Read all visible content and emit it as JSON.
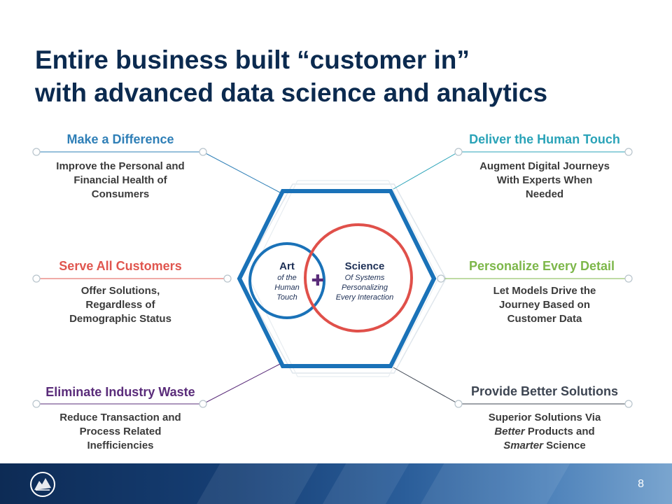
{
  "slide": {
    "title_line1": "Entire business built “customer in”",
    "title_line2": "with advanced data science and analytics",
    "page_number": "8"
  },
  "center": {
    "art": {
      "title": "Art",
      "sub": [
        "of the",
        "Human",
        "Touch"
      ]
    },
    "science": {
      "title": "Science",
      "sub": [
        "Of Systems",
        "Personalizing",
        "Every Interaction"
      ]
    },
    "plus": "✚"
  },
  "items": {
    "make_difference": {
      "heading": "Make a Difference",
      "color": "#2f7fb7",
      "desc": [
        "Improve the Personal and",
        "Financial Health of",
        "Consumers"
      ]
    },
    "serve_customers": {
      "heading": "Serve All Customers",
      "color": "#e0564f",
      "desc": [
        "Offer Solutions,",
        "Regardless of",
        "Demographic Status"
      ]
    },
    "eliminate_waste": {
      "heading": "Eliminate Industry Waste",
      "color": "#5a2c7a",
      "desc": [
        "Reduce Transaction and",
        "Process Related",
        "Inefficiencies"
      ]
    },
    "human_touch": {
      "heading": "Deliver the Human Touch",
      "color": "#2aa3b8",
      "desc": [
        "Augment Digital Journeys",
        "With Experts When",
        "Needed"
      ]
    },
    "personalize": {
      "heading": "Personalize Every Detail",
      "color": "#7db74a",
      "desc": [
        "Let Models Drive the",
        "Journey Based on",
        "Customer Data"
      ]
    },
    "better_solutions": {
      "heading": "Provide Better Solutions",
      "color": "#3d4552",
      "desc_parts": {
        "line1": "Superior Solutions Via",
        "line2_italic": "Better",
        "line2_rest": " Products and",
        "line3_italic": "Smarter",
        "line3_rest": " Science"
      }
    }
  },
  "colors": {
    "hexagon": "#1a72b8",
    "art_circle": "#1a72b8",
    "science_circle": "#e0504a",
    "plus": "#5a2c7a"
  }
}
